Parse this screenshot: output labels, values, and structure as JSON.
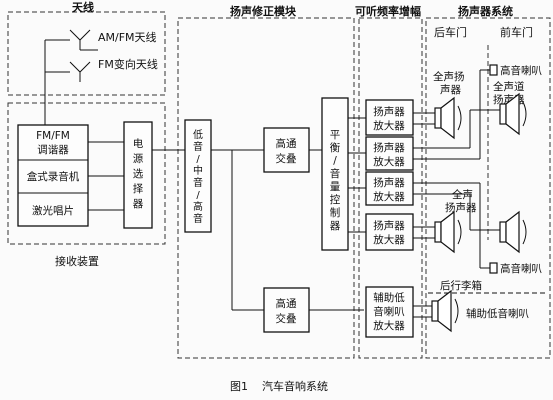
{
  "sections": {
    "antenna": "天线",
    "receiver": "接收装置",
    "correction": "扬声修正模块",
    "amp": "可听频率增幅",
    "speakers": "扬声器系统",
    "rear_door": "后车门",
    "front_door": "前车门"
  },
  "antennas": {
    "am_fm": "AM/FM天线",
    "fm_var": "FM变向天线"
  },
  "sources": {
    "tuner_l1": "FM/FM",
    "tuner_l2": "调谐器",
    "tape": "盒式录音机",
    "cd": "激光唱片"
  },
  "selector": [
    "电",
    "源",
    "选",
    "择",
    "器"
  ],
  "eq_label": [
    "低",
    "音",
    "/",
    "中",
    "音",
    "/",
    "高",
    "音"
  ],
  "hp_upper": [
    "高通",
    "交叠"
  ],
  "hp_lower": [
    "高通",
    "交叠"
  ],
  "balance": [
    "平",
    "衡",
    "/",
    "音",
    "量",
    "控",
    "制",
    "器"
  ],
  "amplifiers": [
    [
      "扬声器",
      "放大器"
    ],
    [
      "扬声器",
      "放大器"
    ],
    [
      "扬声器",
      "放大器"
    ],
    [
      "扬声器",
      "放大器"
    ]
  ],
  "sub_amp": [
    "辅助低",
    "音喇叭",
    "放大器"
  ],
  "speaker_labels": {
    "rear_full_top": [
      "全声扬",
      "声器"
    ],
    "front_full": [
      "全声道",
      "扬声器"
    ],
    "front_tweeter": "高音喇叭",
    "rear_full_bottom": [
      "全声",
      "扬声器"
    ],
    "rear_tweeter": "高音喇叭",
    "trunk": "后行李箱",
    "subwoofer": "辅助低音喇叭"
  },
  "caption": "图1    汽车音响系统"
}
